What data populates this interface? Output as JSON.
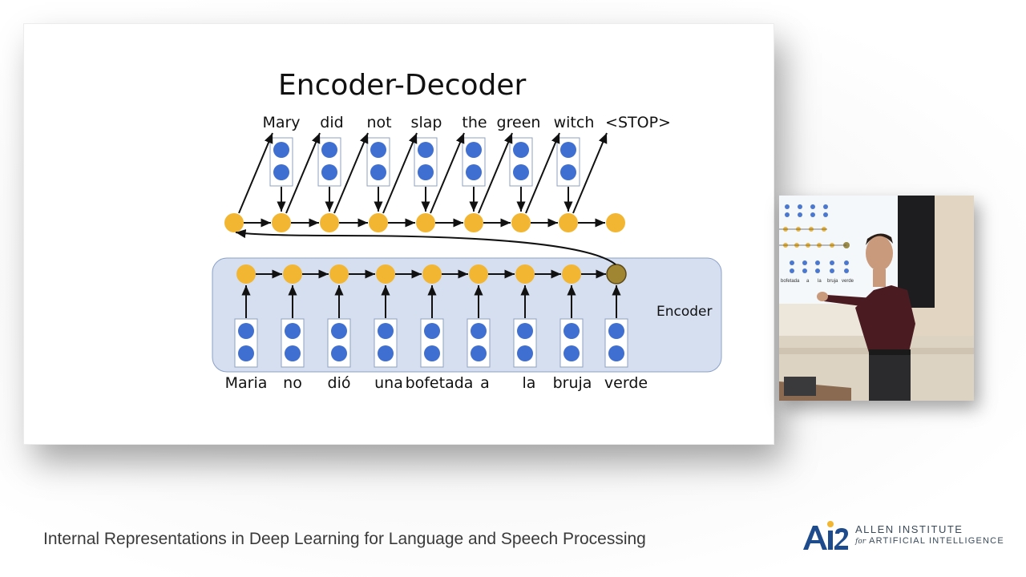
{
  "slide": {
    "title": "Encoder-Decoder",
    "decoder_words": [
      "Mary",
      "did",
      "not",
      "slap",
      "the",
      "green",
      "witch",
      "<STOP>"
    ],
    "encoder_words": [
      "Maria",
      "no",
      "dió",
      "una",
      "bofetada",
      "a",
      "la",
      "bruja",
      "verde"
    ],
    "encoder_label": "Encoder"
  },
  "footer": {
    "talk_title": "Internal Representations in Deep Learning for Language and Speech Processing"
  },
  "logo": {
    "mark": "AI2",
    "line1": "ALLEN INSTITUTE",
    "line2_for": "for",
    "line2": "ARTIFICIAL INTELLIGENCE"
  },
  "video": {
    "screen_words": [
      "bofetada",
      "a",
      "la",
      "bruja",
      "verde"
    ]
  },
  "colors": {
    "node_yellow": "#F2B632",
    "node_final": "#A08532",
    "embed_blue": "#3F6FD1",
    "encoder_box": "#D6DFF0",
    "encoder_border": "#8AA0C8"
  }
}
